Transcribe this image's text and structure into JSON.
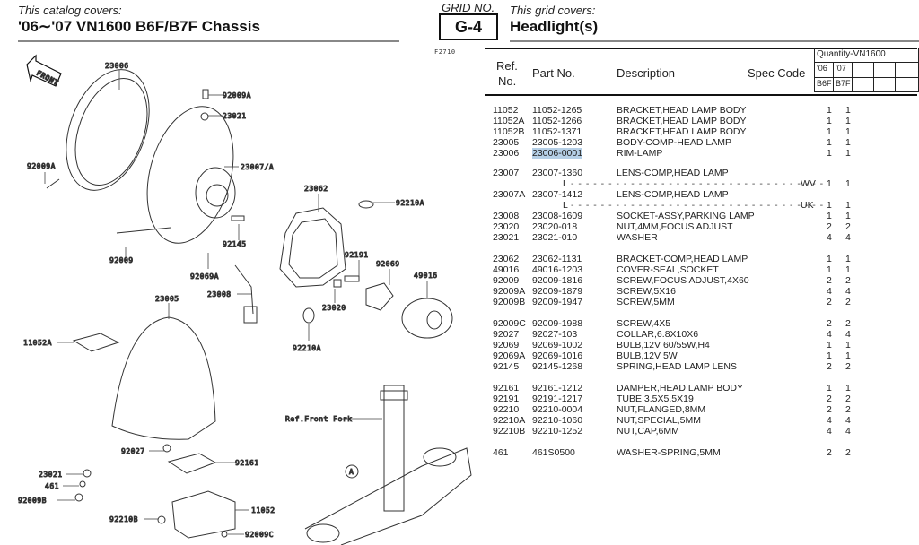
{
  "header": {
    "catalog_caption": "This catalog covers:",
    "catalog_title": "'06∼'07 VN1600 B6F/B7F Chassis",
    "grid_caption": "GRID NO.",
    "grid_no": "G-4",
    "grid_covers_caption": "This grid covers:",
    "grid_title": "Headlight(s)",
    "figure_code": "F2710"
  },
  "table": {
    "headers": {
      "ref_no_line1": "Ref.",
      "ref_no_line2": "No.",
      "part_no": "Part No.",
      "description": "Description",
      "spec_code": "Spec Code",
      "quantity": "Quantity-VN1600",
      "year1": "'06",
      "year2": "'07",
      "model1": "B6F",
      "model2": "B7F"
    },
    "rows": [
      {
        "ref": "11052",
        "part": "11052-1265",
        "desc": "BRACKET,HEAD LAMP BODY",
        "spec": "",
        "q1": "1",
        "q2": "1"
      },
      {
        "ref": "11052A",
        "part": "11052-1266",
        "desc": "BRACKET,HEAD LAMP BODY",
        "spec": "",
        "q1": "1",
        "q2": "1"
      },
      {
        "ref": "11052B",
        "part": "11052-1371",
        "desc": "BRACKET,HEAD LAMP BODY",
        "spec": "",
        "q1": "1",
        "q2": "1"
      },
      {
        "ref": "23005",
        "part": "23005-1203",
        "desc": "BODY-COMP-HEAD LAMP",
        "spec": "",
        "q1": "1",
        "q2": "1"
      },
      {
        "ref": "23006",
        "part": "23006-0001",
        "desc": "RIM-LAMP",
        "spec": "",
        "q1": "1",
        "q2": "1",
        "highlight": true
      },
      {
        "ref": "23007",
        "part": "23007-1360",
        "desc": "LENS-COMP,HEAD LAMP",
        "spec_prefix": "L",
        "spec": "WV",
        "q1": "1",
        "q2": "1"
      },
      {
        "ref": "23007A",
        "part": "23007-1412",
        "desc": "LENS-COMP,HEAD LAMP",
        "spec_prefix": "L",
        "spec": "UK",
        "q1": "1",
        "q2": "1"
      },
      {
        "ref": "23008",
        "part": "23008-1609",
        "desc": "SOCKET-ASSY,PARKING LAMP",
        "spec": "",
        "q1": "1",
        "q2": "1"
      },
      {
        "ref": "23020",
        "part": "23020-018",
        "desc": "NUT,4MM,FOCUS ADJUST",
        "spec": "",
        "q1": "2",
        "q2": "2"
      },
      {
        "ref": "23021",
        "part": "23021-010",
        "desc": "WASHER",
        "spec": "",
        "q1": "4",
        "q2": "4"
      },
      {
        "ref": "23062",
        "part": "23062-1131",
        "desc": "BRACKET-COMP,HEAD LAMP",
        "spec": "",
        "q1": "1",
        "q2": "1"
      },
      {
        "ref": "49016",
        "part": "49016-1203",
        "desc": "COVER-SEAL,SOCKET",
        "spec": "",
        "q1": "1",
        "q2": "1"
      },
      {
        "ref": "92009",
        "part": "92009-1816",
        "desc": "SCREW,FOCUS ADJUST,4X60",
        "spec": "",
        "q1": "2",
        "q2": "2"
      },
      {
        "ref": "92009A",
        "part": "92009-1879",
        "desc": "SCREW,5X16",
        "spec": "",
        "q1": "4",
        "q2": "4"
      },
      {
        "ref": "92009B",
        "part": "92009-1947",
        "desc": "SCREW,5MM",
        "spec": "",
        "q1": "2",
        "q2": "2"
      },
      {
        "ref": "92009C",
        "part": "92009-1988",
        "desc": "SCREW,4X5",
        "spec": "",
        "q1": "2",
        "q2": "2"
      },
      {
        "ref": "92027",
        "part": "92027-103",
        "desc": "COLLAR,6.8X10X6",
        "spec": "",
        "q1": "4",
        "q2": "4"
      },
      {
        "ref": "92069",
        "part": "92069-1002",
        "desc": "BULB,12V 60/55W,H4",
        "spec": "",
        "q1": "1",
        "q2": "1"
      },
      {
        "ref": "92069A",
        "part": "92069-1016",
        "desc": "BULB,12V 5W",
        "spec": "",
        "q1": "1",
        "q2": "1"
      },
      {
        "ref": "92145",
        "part": "92145-1268",
        "desc": "SPRING,HEAD LAMP LENS",
        "spec": "",
        "q1": "2",
        "q2": "2"
      },
      {
        "ref": "92161",
        "part": "92161-1212",
        "desc": "DAMPER,HEAD LAMP BODY",
        "spec": "",
        "q1": "1",
        "q2": "1"
      },
      {
        "ref": "92191",
        "part": "92191-1217",
        "desc": "TUBE,3.5X5.5X19",
        "spec": "",
        "q1": "2",
        "q2": "2"
      },
      {
        "ref": "92210",
        "part": "92210-0004",
        "desc": "NUT,FLANGED,8MM",
        "spec": "",
        "q1": "2",
        "q2": "2"
      },
      {
        "ref": "92210A",
        "part": "92210-1060",
        "desc": "NUT,SPECIAL,5MM",
        "spec": "",
        "q1": "4",
        "q2": "4"
      },
      {
        "ref": "92210B",
        "part": "92210-1252",
        "desc": "NUT,CAP,6MM",
        "spec": "",
        "q1": "4",
        "q2": "4"
      },
      {
        "ref": "461",
        "part": "461S0500",
        "desc": "WASHER-SPRING,5MM",
        "spec": "",
        "q1": "2",
        "q2": "2"
      }
    ]
  },
  "diagram": {
    "front_label": "FRONT",
    "ref_front_fork": "Ref.Front Fork",
    "callout_a": "A",
    "callouts": [
      "23006",
      "92009A",
      "23021",
      "92009A",
      "23007/A",
      "23062",
      "92210A",
      "92145",
      "92009",
      "92069A",
      "23008",
      "92191",
      "92069",
      "49016",
      "23020",
      "92210A",
      "23005",
      "11052A",
      "92027",
      "92161",
      "23021",
      "461",
      "92009B",
      "11052",
      "92210B",
      "92009C"
    ]
  }
}
